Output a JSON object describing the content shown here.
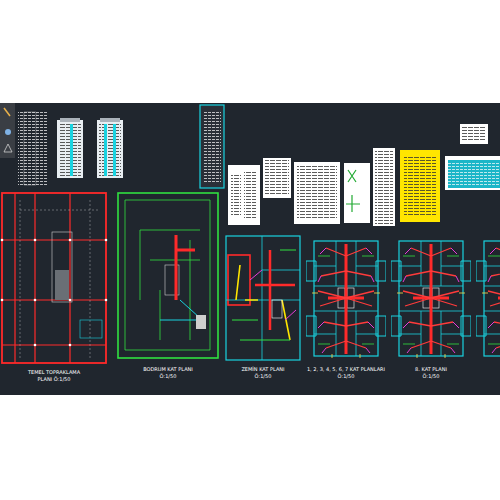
{
  "diagram": {
    "labels": [
      "TEMEL TOPRAKLAMA",
      "PLANI Ö:1/50",
      "BODRUM KAT PLANI",
      "Ö:1/50",
      "ZEMİN KAT PLANI",
      "Ö:1/50",
      "1, 2, 3, 4, 5, 6, 7 KAT PLANLARI",
      "Ö:1/50",
      "8. KAT PLANI",
      "Ö:1/50"
    ]
  }
}
